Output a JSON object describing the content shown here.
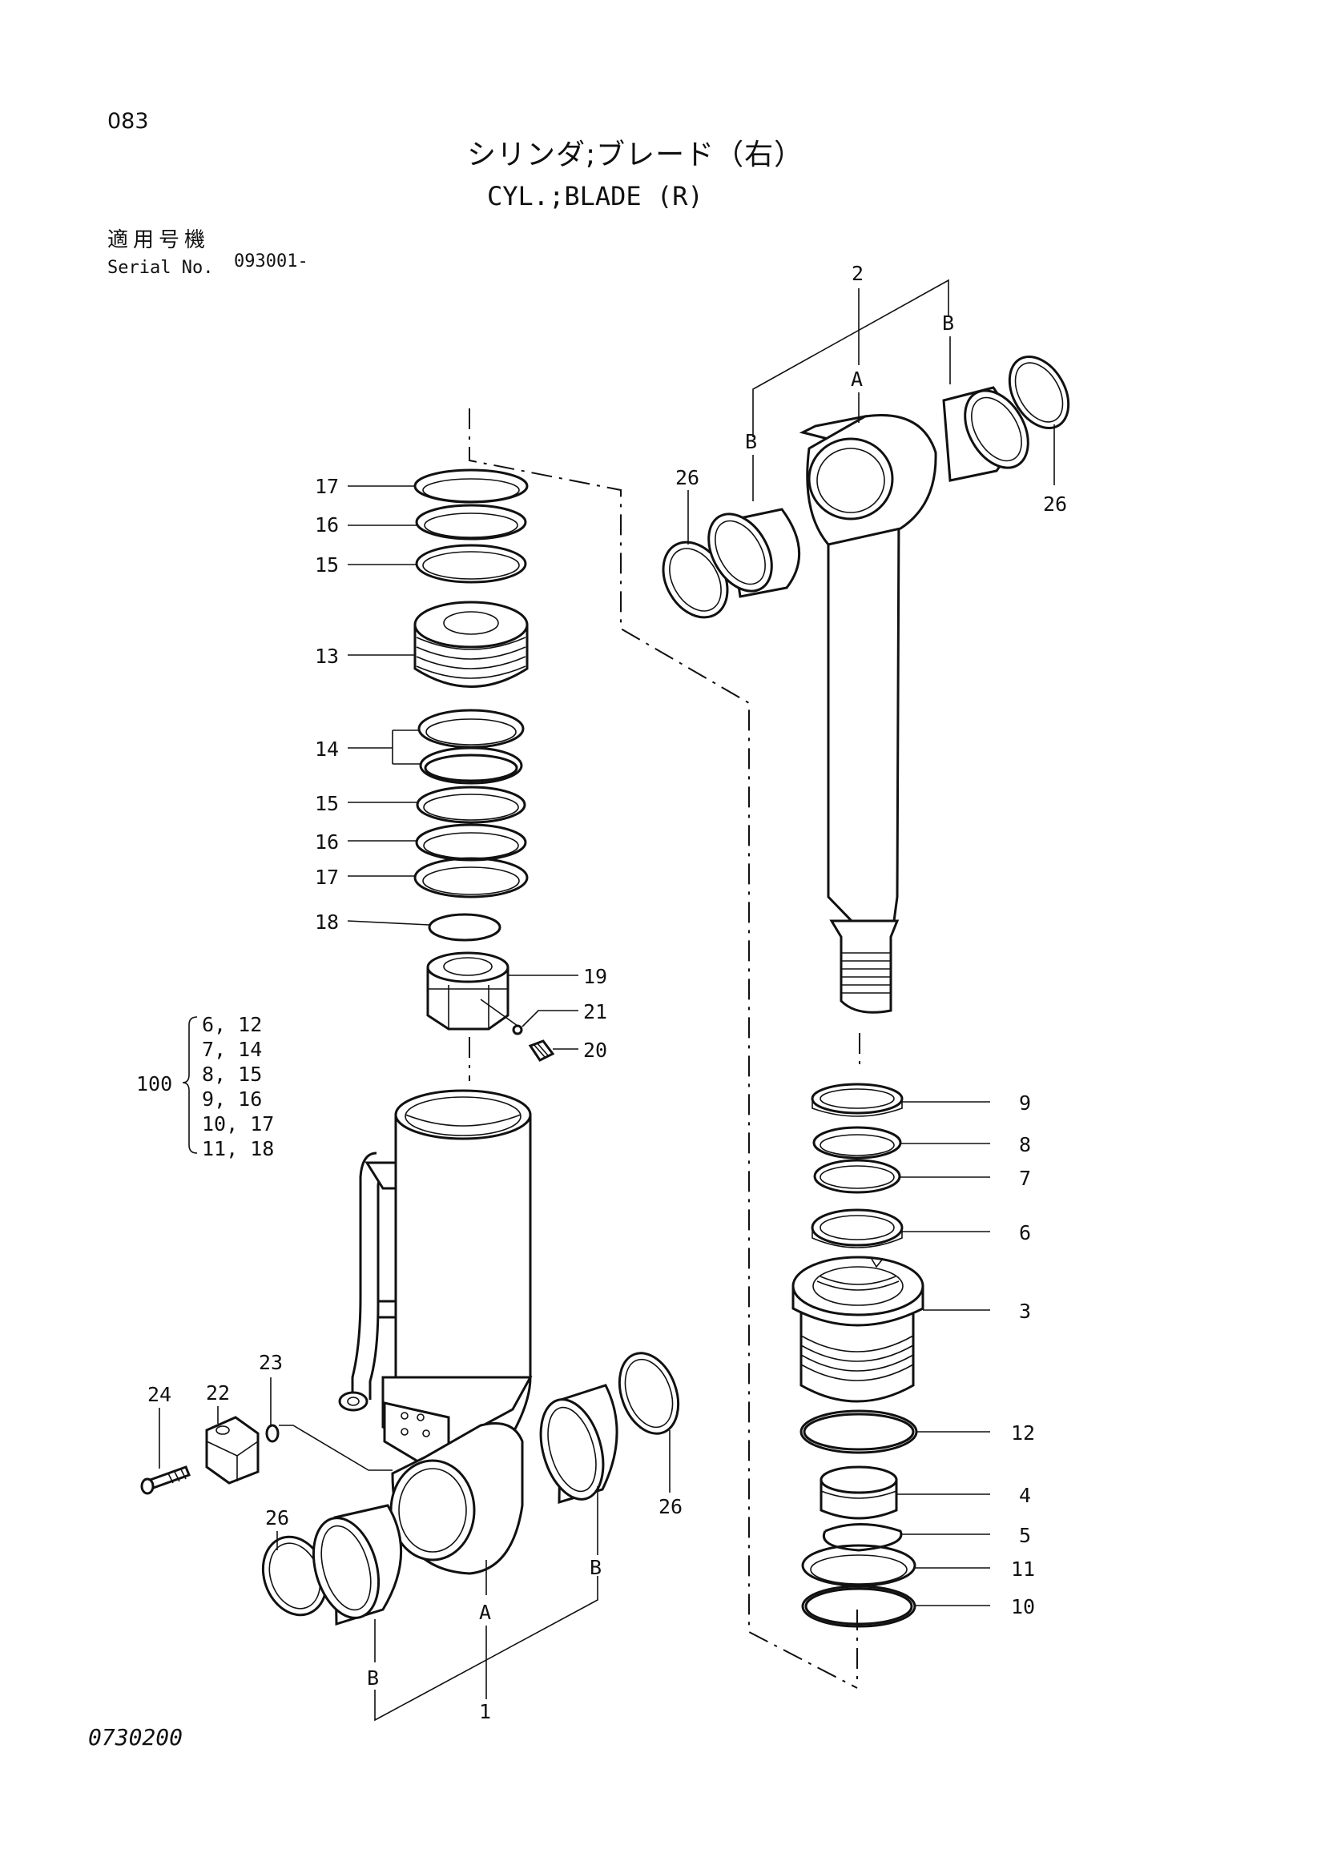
{
  "page_number": "083",
  "title_jp": "シリンダ;ブレード（右）",
  "title_en": "CYL.;BLADE (R)",
  "serial": {
    "label_jp": "適用号機",
    "label_en": "Serial No.",
    "value": "093001-"
  },
  "drawing_number": "0730200",
  "kit": {
    "number": "100",
    "rows": [
      "6, 12",
      "7, 14",
      "8, 15",
      "9, 16",
      "10, 17",
      "11, 18"
    ]
  },
  "callouts": {
    "c17a": "17",
    "c16a": "16",
    "c15a": "15",
    "c13": "13",
    "c14": "14",
    "c15b": "15",
    "c16b": "16",
    "c17b": "17",
    "c18": "18",
    "c19": "19",
    "c21": "21",
    "c20": "20",
    "c2": "2",
    "cA_top": "A",
    "cB_top_l": "B",
    "cB_top_r": "B",
    "c26_top_l": "26",
    "c26_top_r": "26",
    "c9": "9",
    "c8": "8",
    "c7": "7",
    "c6": "6",
    "c3": "3",
    "c12": "12",
    "c4": "4",
    "c5": "5",
    "c11": "11",
    "c10": "10",
    "c24": "24",
    "c22": "22",
    "c23": "23",
    "c26_bot_l": "26",
    "c26_bot_r": "26",
    "cA_bot": "A",
    "cB_bot_l": "B",
    "cB_bot_r": "B",
    "c1": "1"
  }
}
